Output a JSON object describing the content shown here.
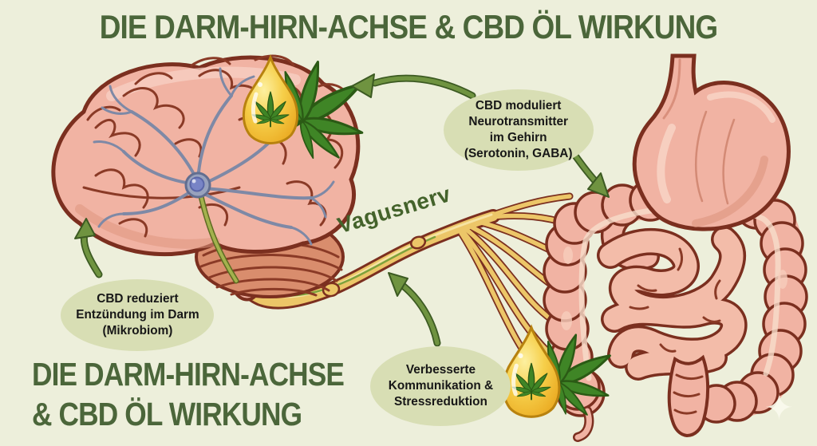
{
  "colors": {
    "background": "#edefdb",
    "title_green": "#4b663a",
    "callout_bg": "#d8deb4",
    "callout_text": "#171717",
    "label_green": "#44632b",
    "arrow_green": "#6f9340",
    "arrow_outline": "#3c5a22",
    "leaf_green": "#3f8526",
    "drop_gold": "#f2c237",
    "organ_pink": "#f1b3a3",
    "organ_outline": "#7b2f1f",
    "nerve_gold": "#ecc668",
    "neuron_slate": "#8792ae"
  },
  "header": {
    "title": "DIE DARM-HIRN-ACHSE & CBD ÖL WIRKUNG"
  },
  "footer": {
    "title_line1": "DIE DARM-HIRN-ACHSE",
    "title_line2": "& CBD ÖL WIRKUNG"
  },
  "labels": {
    "vagus_nerve": "Vagusnerv"
  },
  "callouts": {
    "brain_effect": "CBD moduliert\nNeurotransmitter\nim Gehirn\n(Serotonin, GABA)",
    "gut_effect": "CBD reduziert\nEntzündung im Darm\n(Mikrobiom)",
    "axis_effect": "Verbesserte\nKommunikation &\nStressreduktion"
  },
  "icons": {
    "sparkle": "✦"
  }
}
